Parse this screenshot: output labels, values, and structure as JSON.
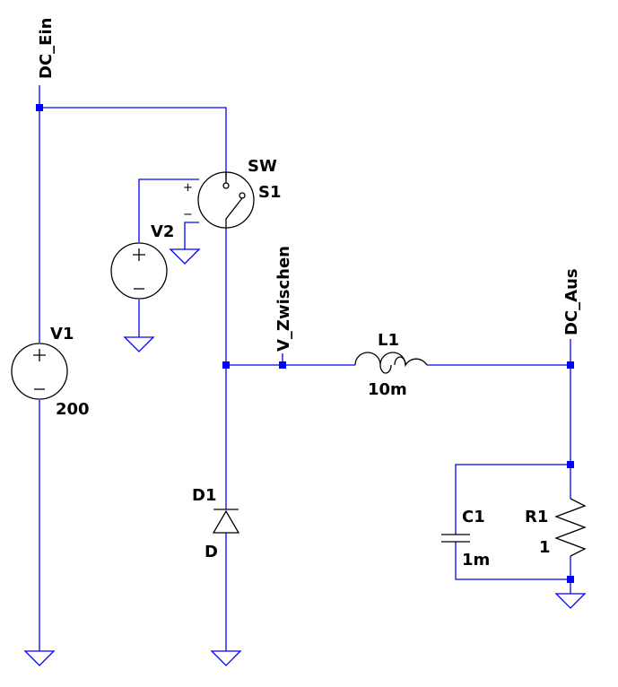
{
  "colors": {
    "wire": "#0000ff",
    "symbol": "#000000",
    "background": "#ffffff"
  },
  "nets": {
    "dc_ein": "DC_Ein",
    "v_zwischen": "V_Zwischen",
    "dc_aus": "DC_Aus"
  },
  "components": {
    "v1": {
      "name": "V1",
      "value": "200"
    },
    "v2": {
      "name": "V2"
    },
    "sw": {
      "name": "S1",
      "model": "SW",
      "plus": "+",
      "minus": "−"
    },
    "l1": {
      "name": "L1",
      "value": "10m"
    },
    "d1": {
      "name": "D1",
      "model": "D"
    },
    "c1": {
      "name": "C1",
      "value": "1m"
    },
    "r1": {
      "name": "R1",
      "value": "1"
    }
  }
}
